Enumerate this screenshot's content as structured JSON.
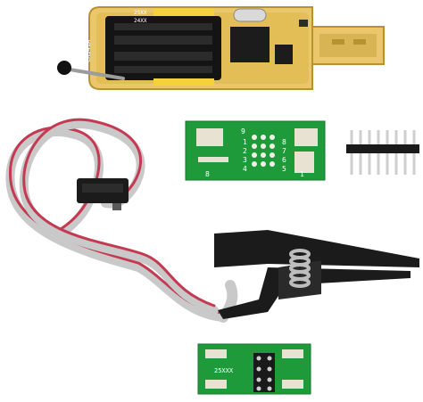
{
  "programmer": {
    "label_tilted": "CH341A",
    "label_top": "25XX",
    "label_small": "24XX",
    "colors": {
      "gold": "#e9c76a",
      "gold_dark": "#b8922e",
      "board": "#141414",
      "pin": "#f6d23a"
    }
  },
  "adapter_large": {
    "numbers_left": [
      "1",
      "2",
      "3",
      "4"
    ],
    "numbers_right": [
      "8",
      "7",
      "6",
      "5"
    ],
    "number_top": "9",
    "number_bottom_left": "8",
    "number_bottom_right": "1",
    "colors": {
      "pcb": "#1f9a3a",
      "pad": "#e7e2d2"
    }
  },
  "adapter_small": {
    "label": "25XXX",
    "colors": {
      "pcb": "#1f9a3a",
      "pad": "#e7e2d2"
    }
  },
  "pin_header": {
    "pin_count": 8,
    "colors": {
      "plastic": "#1a1a1a",
      "metal": "#cfcfcf"
    }
  },
  "cable": {
    "colors": {
      "gray": "#c9c9c9",
      "red": "#c43a52"
    }
  },
  "clip": {
    "colors": {
      "body": "#1b1b1b",
      "spring": "#bdbdbd"
    }
  }
}
